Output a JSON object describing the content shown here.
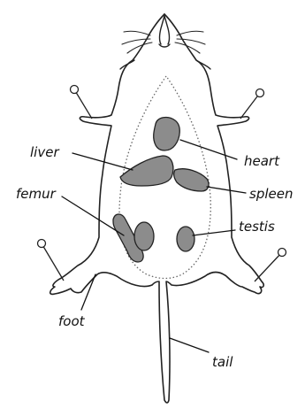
{
  "labels": {
    "heart": "heart",
    "liver": "liver",
    "spleen": "spleen",
    "femur": "femur",
    "testis": "testis",
    "foot": "foot",
    "tail": "tail"
  },
  "colors": {
    "outline": "#222222",
    "organ_fill": "#8c8c8c",
    "cavity_dots": "#666666",
    "background": "#ffffff"
  }
}
